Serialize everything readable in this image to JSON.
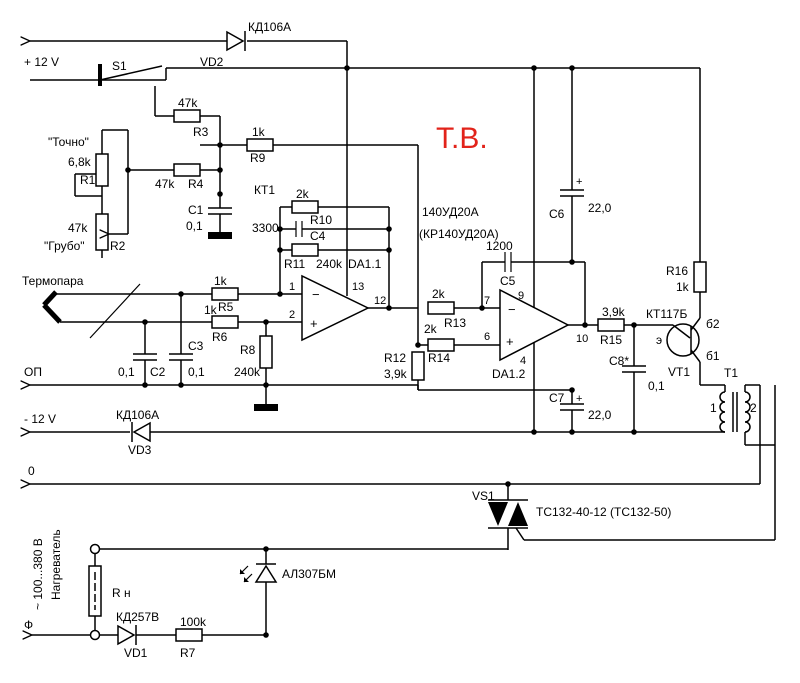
{
  "title_mark": "Т.В.",
  "rails": {
    "plus12": "+ 12 V",
    "minus12": "- 12 V",
    "zero": "0",
    "op": "ОП",
    "phi": "Ф",
    "mains": "~ 100...380 В",
    "heater": "Нагреватель",
    "thermocouple": "Термопара"
  },
  "labels": {
    "tochno": "\"Точно\"",
    "grubo": "\"Грубо\"",
    "kt1": "КТ1",
    "s1": "S1"
  },
  "components": {
    "vd2": {
      "ref": "VD2",
      "value": "КД106А"
    },
    "vd3": {
      "ref": "VD3",
      "value": "КД106А"
    },
    "vd1": {
      "ref": "VD1",
      "value": "КД257В"
    },
    "led": {
      "value": "АЛ307БМ"
    },
    "r1": {
      "ref": "R1",
      "value": "6,8k"
    },
    "r2": {
      "ref": "R2",
      "value": "47k"
    },
    "r3": {
      "ref": "R3",
      "value": "47k"
    },
    "r4": {
      "ref": "R4",
      "value": "47k"
    },
    "r5": {
      "ref": "R5",
      "value": "1k"
    },
    "r6": {
      "ref": "R6",
      "value": "1k"
    },
    "r7": {
      "ref": "R7",
      "value": "100k"
    },
    "r8": {
      "ref": "R8",
      "value": "240k"
    },
    "r9": {
      "ref": "R9",
      "value": "1k"
    },
    "r10": {
      "ref": "R10",
      "value": "2k"
    },
    "r11": {
      "ref": "R11",
      "value": "240k"
    },
    "r12": {
      "ref": "R12",
      "value": "3,9k"
    },
    "r13": {
      "ref": "R13",
      "value": "2k"
    },
    "r14": {
      "ref": "R14",
      "value": "2k"
    },
    "r15": {
      "ref": "R15",
      "value": "3,9k"
    },
    "r16": {
      "ref": "R16",
      "value": "1k"
    },
    "rn": {
      "ref": "R н"
    },
    "c1": {
      "ref": "C1",
      "value": "0,1"
    },
    "c2": {
      "ref": "C2",
      "value": "0,1"
    },
    "c3": {
      "ref": "C3",
      "value": "0,1"
    },
    "c4": {
      "ref": "C4",
      "value": "3300"
    },
    "c5": {
      "ref": "C5",
      "value": "1200"
    },
    "c6": {
      "ref": "C6",
      "value": "22,0"
    },
    "c7": {
      "ref": "C7",
      "value": "22,0"
    },
    "c8": {
      "ref": "C8*",
      "value": "0,1"
    },
    "da11": {
      "ref": "DA1.1"
    },
    "da12": {
      "ref": "DA1.2"
    },
    "da1_type": "140УД20А",
    "da1_alt": "(КР140УД20А)",
    "vt1": {
      "ref": "VT1",
      "value": "КТ117Б",
      "b1": "б1",
      "b2": "б2",
      "e": "э"
    },
    "t1": {
      "ref": "T1",
      "w1": "1",
      "w2": "2"
    },
    "vs1": {
      "ref": "VS1",
      "value": "ТС132-40-12 (ТС132-50)"
    }
  },
  "pins": {
    "da11_in_minus": "1",
    "da11_in_plus": "2",
    "da11_out": "12",
    "da11_supply": "13",
    "da12_in_minus": "7",
    "da12_in_plus": "6",
    "da12_out": "10",
    "da12_vplus": "9",
    "da12_vminus": "4",
    "opamp_minus": "−",
    "opamp_plus": "+",
    "cap_plus": "+"
  }
}
